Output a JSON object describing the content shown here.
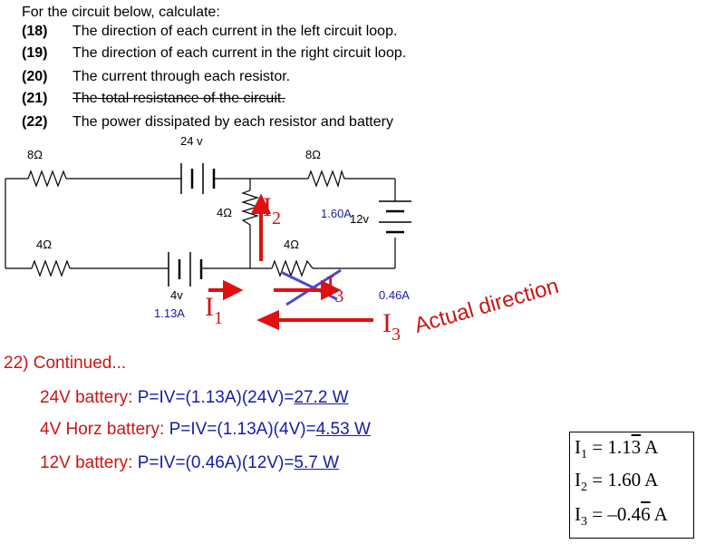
{
  "intro": "For the circuit below, calculate:",
  "questions": [
    {
      "num": "(18)",
      "text": "The direction of each current in the left circuit loop."
    },
    {
      "num": "(19)",
      "text": "The direction of each current in the right circuit loop."
    },
    {
      "num": "(20)",
      "text": "The current through each resistor."
    },
    {
      "num": "(21)",
      "text": "The total resistance of the circuit."
    },
    {
      "num": "(22)",
      "text": "The power dissipated by each resistor and battery"
    }
  ],
  "circuit": {
    "battery_top": "24 v",
    "r_top_left": "8Ω",
    "r_top_right": "8Ω",
    "r_middle": "4Ω",
    "r_bottom_left": "4Ω",
    "r_bottom_right": "4Ω",
    "battery_right": "12v",
    "battery_bottom": "4v",
    "i1_value": "1.13A",
    "i2_value": "1.60A",
    "i3_value": "0.46A",
    "i1_label": "I",
    "i1_sub": "1",
    "i2_label": "I",
    "i2_sub": "2",
    "i3_label": "I",
    "i3_sub": "3",
    "crossed_label": "I",
    "crossed_sub": "3",
    "actual_direction": "Actual direction"
  },
  "continued": {
    "heading": "22) Continued...",
    "lines": [
      {
        "label": "24V battery: ",
        "formula": "P=IV=(1.13A)(24V)=",
        "result": "27.2 W"
      },
      {
        "label": "4V Horz battery: ",
        "formula": "P=IV=(1.13A)(4V)=",
        "result": "4.53 W"
      },
      {
        "label": "12V battery: ",
        "formula": "P=IV=(0.46A)(12V)=",
        "result": "5.7 W"
      }
    ]
  },
  "answers": [
    {
      "name": "I",
      "sub": "1",
      "pre": " = 1.1",
      "over": "3",
      "post": " A"
    },
    {
      "name": "I",
      "sub": "2",
      "pre": " = 1.60 A",
      "over": "",
      "post": ""
    },
    {
      "name": "I",
      "sub": "3",
      "pre": " = –0.4",
      "over": "6",
      "post": " A"
    }
  ],
  "colors": {
    "red": "#cc1414",
    "blue": "#1a1aa8",
    "black": "#000000"
  }
}
